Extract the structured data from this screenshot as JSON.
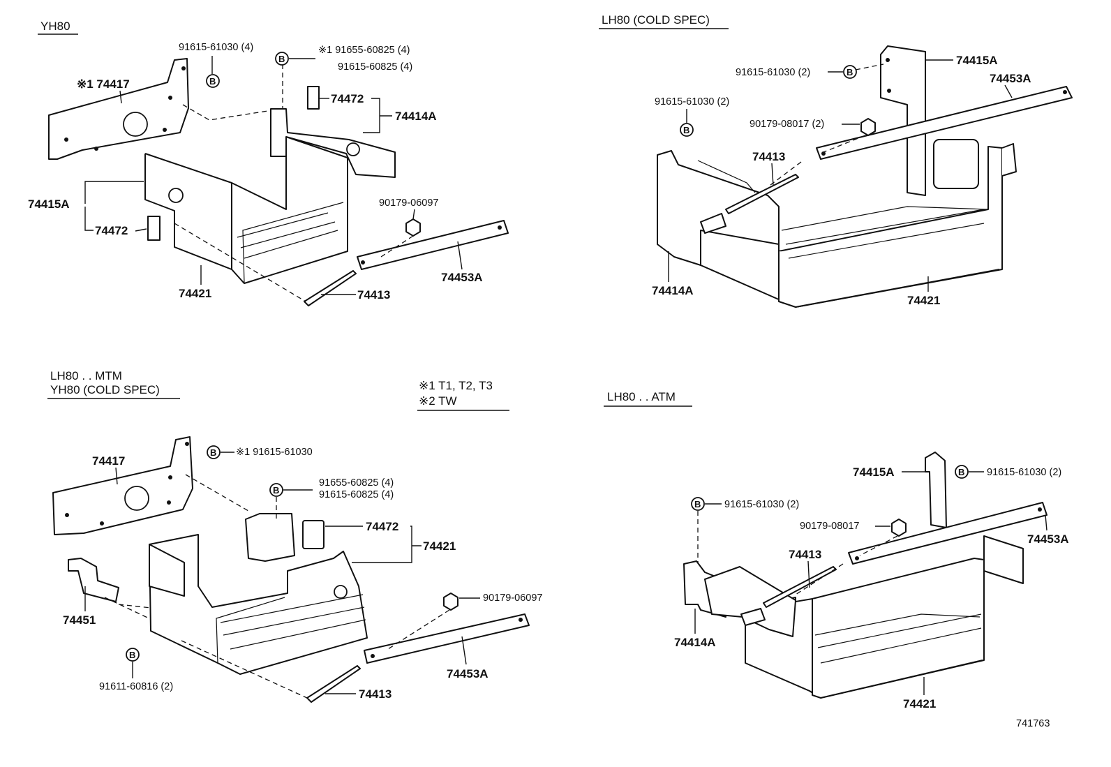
{
  "figure_number": "741763",
  "sections": {
    "yh80": {
      "title": "YH80",
      "labels": {
        "bolt_top": "91615-61030 (4)",
        "ref_a": "※1 91655-60825 (4)",
        "ref_b": "91615-60825 (4)",
        "p74417": "※1 74417",
        "p74472a": "74472",
        "p74414a": "74414A",
        "p74415a": "74415A",
        "p74472b": "74472",
        "p90179": "90179-06097",
        "p74453a": "74453A",
        "p74421": "74421",
        "p74413": "74413"
      }
    },
    "lh80_cold": {
      "title": "LH80 (COLD SPEC)",
      "labels": {
        "p74415a": "74415A",
        "bolt_a": "91615-61030 (2)",
        "p74453a": "74453A",
        "bolt_b": "91615-61030 (2)",
        "nut": "90179-08017 (2)",
        "p74413": "74413",
        "p74414a": "74414A",
        "p74421": "74421"
      }
    },
    "lh80_mtm": {
      "title_line1": "LH80 . . MTM",
      "title_line2": "YH80 (COLD SPEC)",
      "notes": [
        "※1 T1, T2, T3",
        "※2 TW"
      ],
      "labels": {
        "p74417": "74417",
        "bolt_top": "※1 91615-61030",
        "ref_a": "91655-60825 (4)",
        "ref_b": "91615-60825 (4)",
        "p74472": "74472",
        "p74421": "74421",
        "p74451": "74451",
        "p90179": "90179-06097",
        "p74453a": "74453A",
        "bolt_bottom": "91611-60816 (2)",
        "p74413": "74413"
      }
    },
    "lh80_atm": {
      "title": "LH80 . . ATM",
      "labels": {
        "p74415a": "74415A",
        "bolt_a": "91615-61030 (2)",
        "bolt_b": "91615-61030 (2)",
        "nut": "90179-08017",
        "p74453a": "74453A",
        "p74413": "74413",
        "p74414a": "74414A",
        "p74421": "74421"
      }
    },
    "bolt_symbol": "B"
  }
}
